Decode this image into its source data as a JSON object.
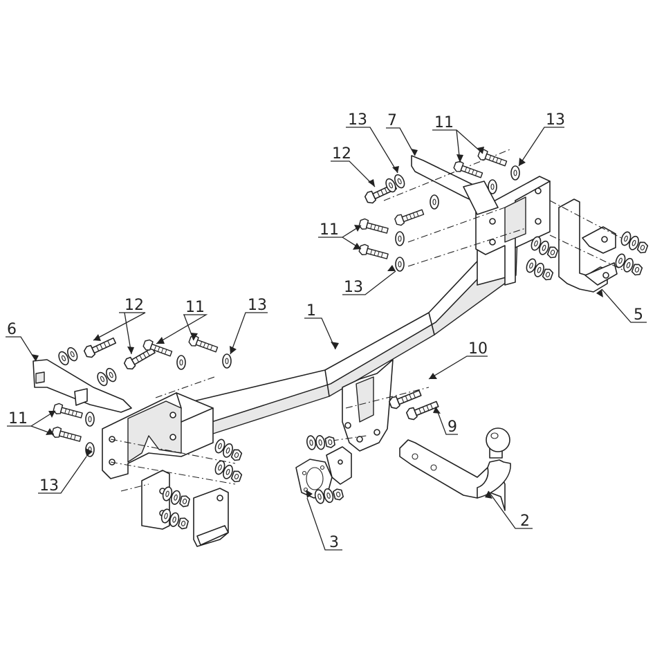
{
  "callouts": [
    {
      "id": "c1",
      "label": "1"
    },
    {
      "id": "c2",
      "label": "2"
    },
    {
      "id": "c3",
      "label": "3"
    },
    {
      "id": "c5",
      "label": "5"
    },
    {
      "id": "c6",
      "label": "6"
    },
    {
      "id": "c7",
      "label": "7"
    },
    {
      "id": "c9",
      "label": "9"
    },
    {
      "id": "c10",
      "label": "10"
    },
    {
      "id": "c11a",
      "label": "11"
    },
    {
      "id": "c11b",
      "label": "11"
    },
    {
      "id": "c11c",
      "label": "11"
    },
    {
      "id": "c11d",
      "label": "11"
    },
    {
      "id": "c12a",
      "label": "12"
    },
    {
      "id": "c12b",
      "label": "12"
    },
    {
      "id": "c13a",
      "label": "13"
    },
    {
      "id": "c13b",
      "label": "13"
    },
    {
      "id": "c13c",
      "label": "13"
    },
    {
      "id": "c13d",
      "label": "13"
    },
    {
      "id": "c13e",
      "label": "13"
    }
  ],
  "colors": {
    "ink": "#222222",
    "paper": "#ffffff",
    "shade": "#e8e8e8"
  }
}
